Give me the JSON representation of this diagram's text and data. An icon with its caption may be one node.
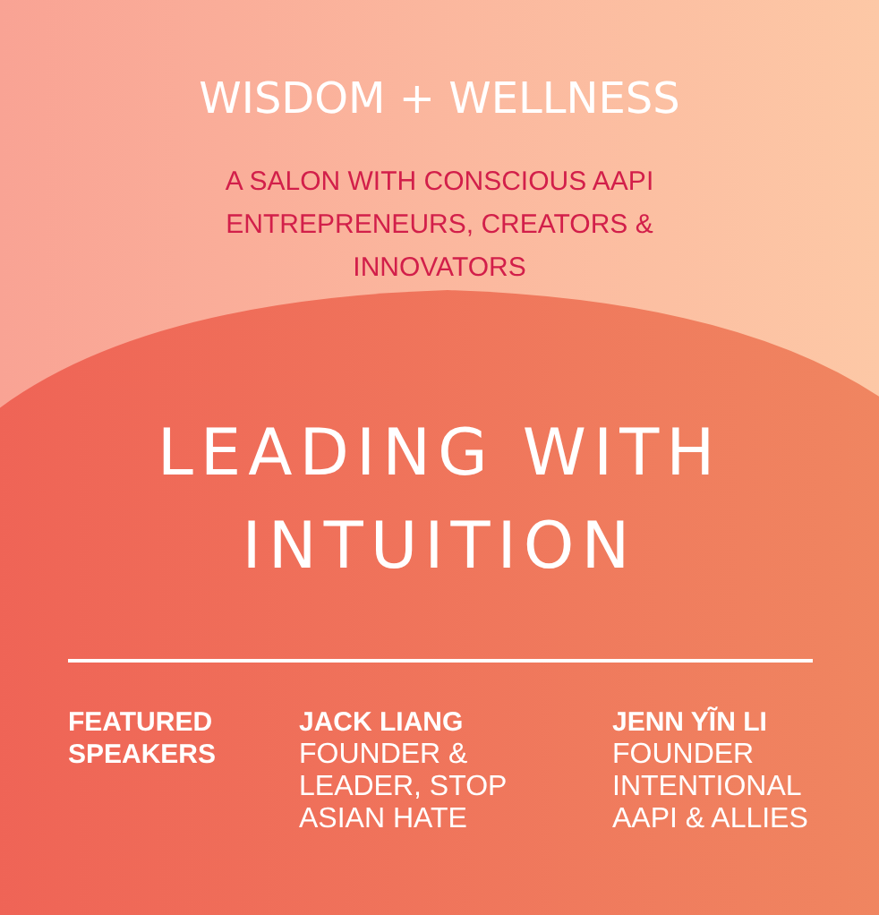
{
  "diagram": {
    "title": "WISDOM + WELLNESS",
    "labels": [
      "A SALON WITH CONSCIOUS AAPI ENTREPRENEURS, CREATORS & INNOVATORS",
      "LEADING WITH INTUITION",
      "FEATURED SPEAKERS",
      "JACK LIANG",
      "FOUNDER & LEADER, STOP ASIAN HATE",
      "JENN YĨN LI",
      "FOUNDER INTENTIONAL AAPI & ALLIES"
    ]
  }
}
